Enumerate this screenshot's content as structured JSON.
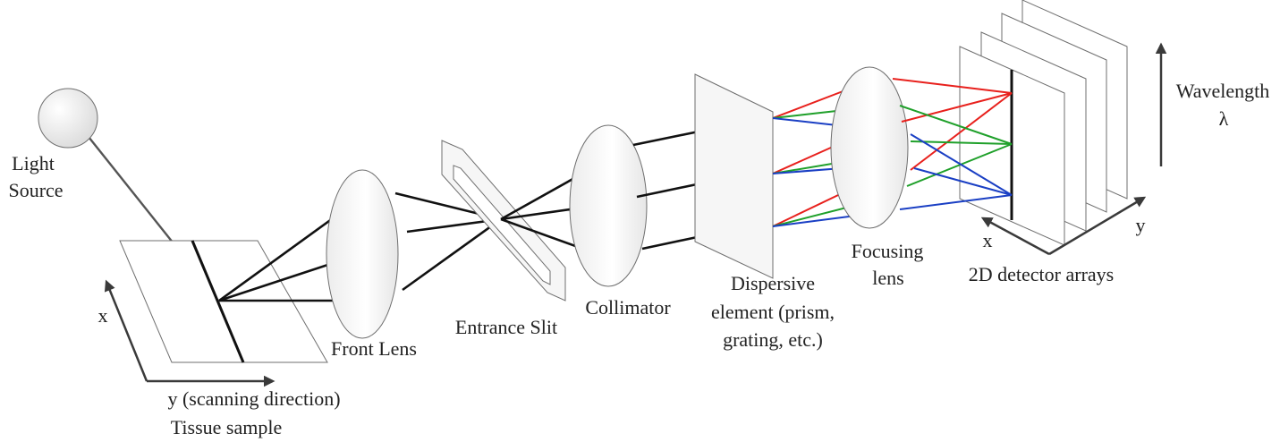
{
  "labels": {
    "light_source_line1": "Light",
    "light_source_line2": "Source",
    "front_lens": "Front Lens",
    "entrance_slit": "Entrance Slit",
    "collimator": "Collimator",
    "dispersive_line1": "Dispersive",
    "dispersive_line2": "element (prism,",
    "dispersive_line3": "grating, etc.)",
    "focusing_line1": "Focusing",
    "focusing_line2": "lens",
    "detector": "2D detector arrays",
    "wavelength_line1": "Wavelength",
    "wavelength_line2": "λ",
    "sample_x": "x",
    "sample_y": "y (scanning direction)",
    "tissue_sample": "Tissue sample",
    "detector_x": "x",
    "detector_y": "y"
  },
  "colors": {
    "red": "#e8201c",
    "green": "#1fa02a",
    "blue": "#1a3fc4"
  }
}
